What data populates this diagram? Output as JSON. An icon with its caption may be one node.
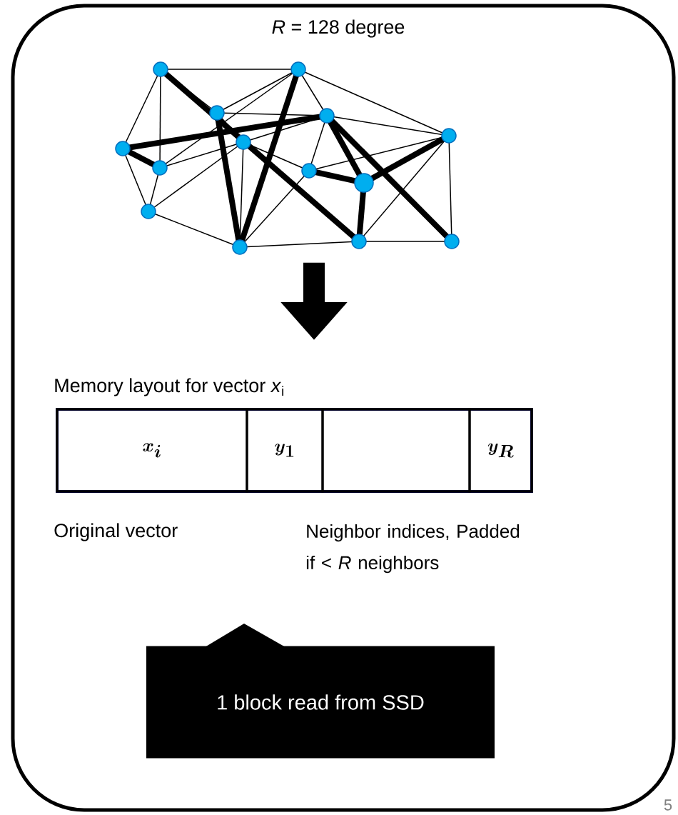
{
  "diagram": {
    "title": "*R* = 128 degree",
    "nodes": [
      {
        "text": [],
        "shape": "box"
      },
      {
        "text": [],
        "shape": "picture",
        "in": 0
      },
      {
        "text": [
          "Memory layout for vector *x*$_{i}$"
        ],
        "in": 0
      },
      {
        "text": [
          "\\boldsymbol{x_i}"
        ],
        "in": 2
      },
      {
        "text": [
          "\\boldsymbol{y_1}"
        ],
        "in": 2
      },
      {
        "text": [],
        "shape": "box",
        "in": 2
      },
      {
        "text": [
          "\\boldsymbol{y_R}"
        ],
        "in": 2
      },
      {
        "text": [
          "1 block read from SSD"
        ],
        "in": 0
      }
    ],
    "edges": [
      {
        "from": 1,
        "to": 2,
        "arrow": "to"
      }
    ],
    "labels": [
      "Original vector",
      "Neighbor indices, Padded if < *R* neighbors",
      "5"
    ]
  }
}
